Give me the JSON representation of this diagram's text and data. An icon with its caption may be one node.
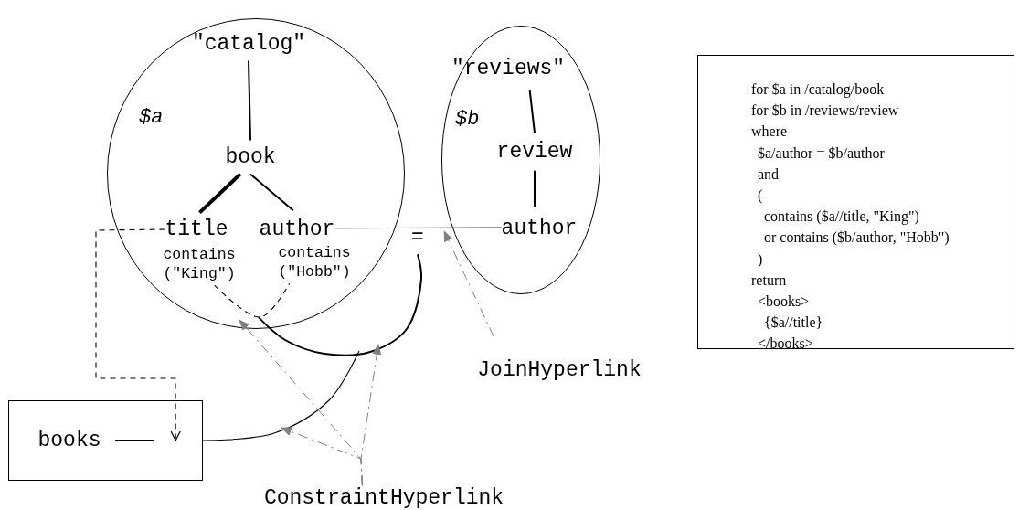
{
  "diagram": {
    "nodes": [
      {
        "text": [
          "$a"
        ]
      },
      {
        "text": [
          "\"catalog\""
        ],
        "in": 0
      },
      {
        "text": [
          "book"
        ],
        "in": 0
      },
      {
        "text": [
          "title"
        ],
        "in": 0
      },
      {
        "text": [
          "author"
        ],
        "in": 0
      },
      {
        "text": [
          "contains (\"King\")"
        ],
        "in": 0
      },
      {
        "text": [
          "contains (\"Hobb\")"
        ],
        "in": 0
      },
      {
        "text": [
          "$b"
        ]
      },
      {
        "text": [
          "\"reviews\""
        ],
        "in": 7
      },
      {
        "text": [
          "review"
        ],
        "in": 7
      },
      {
        "text": [
          "author"
        ],
        "in": 7
      },
      {
        "text": [
          "="
        ]
      },
      {
        "text": [
          "books"
        ]
      },
      {
        "text": [
          "JoinHyperlink"
        ]
      },
      {
        "text": [
          "ConstraintHyperlink"
        ]
      },
      {
        "text": [
          "for $a in /catalog/book",
          "for $b in /reviews/review",
          "where",
          "$a/author = $b/author",
          "and",
          "(",
          "contains ($a//title, \"King\")",
          "or contains ($b/author, \"Hobb\")",
          ")",
          "return",
          "<books>",
          "{$a//title}",
          "</books>"
        ]
      }
    ],
    "edges": [
      {
        "from": 1,
        "to": 2,
        "arrow": "none"
      },
      {
        "from": 2,
        "to": 3,
        "arrow": "none",
        "style": "thick"
      },
      {
        "from": 2,
        "to": 4,
        "arrow": "none"
      },
      {
        "from": 8,
        "to": 9,
        "arrow": "none"
      },
      {
        "from": 9,
        "to": 10,
        "arrow": "none"
      },
      {
        "from": 4,
        "to": 10,
        "arrow": "none",
        "color": "#555555"
      },
      {
        "from": 5,
        "to": 6,
        "arrow": "none",
        "style": "dashed"
      },
      {
        "from": 11,
        "to": 0,
        "arrow": "none"
      },
      {
        "from": null,
        "to": 12,
        "arrow": "none"
      },
      {
        "from": 3,
        "to": 12,
        "arrow": "to",
        "style": "dashed"
      },
      {
        "from": 13,
        "to": 11,
        "arrow": "to",
        "style": "dashed",
        "color": "#808080"
      },
      {
        "from": 14,
        "to": 0,
        "arrow": "to",
        "style": "dashed",
        "color": "#808080"
      },
      {
        "from": 14,
        "to": null,
        "arrow": "to",
        "style": "dashed",
        "color": "#808080"
      },
      {
        "from": 14,
        "to": null,
        "arrow": "to",
        "style": "dashed",
        "color": "#808080"
      }
    ]
  }
}
